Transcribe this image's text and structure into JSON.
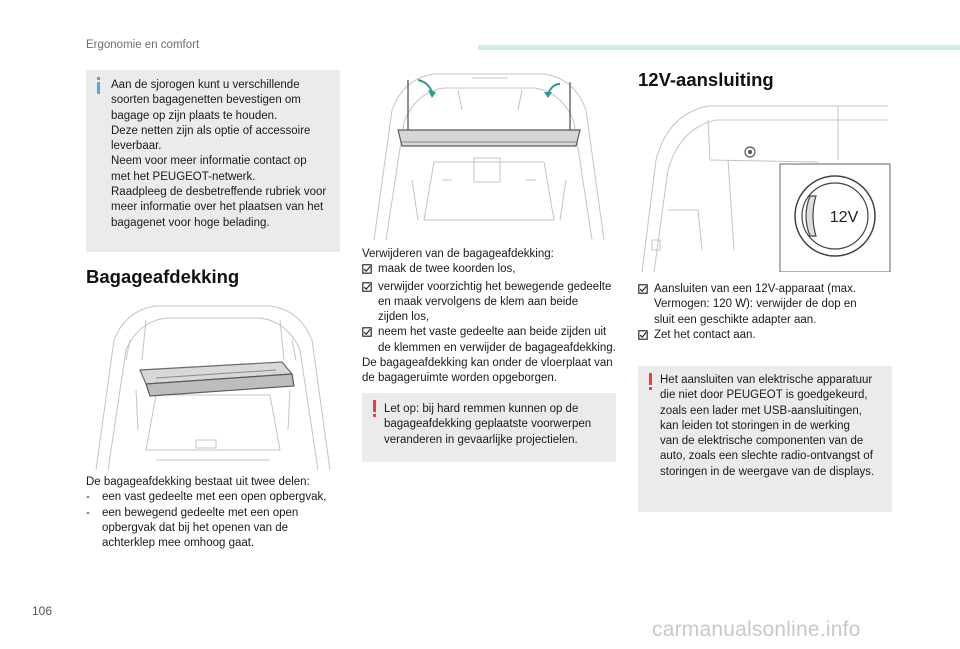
{
  "header": {
    "section": "Ergonomie en comfort"
  },
  "info_box": {
    "lines": [
      "Aan de sjorogen kunt u verschillende",
      "soorten bagagenetten bevestigen om",
      "bagage op zijn plaats te houden.",
      "Deze netten zijn als optie of accessoire",
      "leverbaar.",
      "Neem voor meer informatie contact op",
      "met het PEUGEOT-netwerk.",
      "Raadpleeg de desbetreffende rubriek voor",
      "meer informatie over het plaatsen van het",
      "bagagenet voor hoge belading."
    ]
  },
  "bagageafdekking": {
    "title": "Bagageafdekking",
    "intro": "De bagageafdekking bestaat uit twee delen:",
    "items": [
      {
        "marker": "-",
        "lines": [
          "een vast gedeelte met een open opbergvak,"
        ]
      },
      {
        "marker": "-",
        "lines": [
          "een bewegend gedeelte met een open",
          "opbergvak dat bij het openen van de",
          "achterklep mee omhoog gaat."
        ]
      }
    ]
  },
  "verwijderen": {
    "intro": "Verwijderen van de bagageafdekking:",
    "items": [
      {
        "marker": "",
        "lines": [
          "maak de twee koorden los,"
        ]
      },
      {
        "marker": "",
        "lines": [
          "verwijder voorzichtig het bewegende gedeelte",
          "en maak vervolgens de klem aan beide",
          "zijden los,"
        ]
      },
      {
        "marker": "",
        "lines": [
          "neem het vaste gedeelte aan beide zijden uit",
          "de klemmen en verwijder de bagageafdekking."
        ]
      }
    ],
    "outro": [
      "De bagageafdekking kan onder de vloerplaat van",
      "de bagageruimte worden opgeborgen."
    ]
  },
  "warning_box_1": {
    "lines": [
      "Let op: bij hard remmen kunnen op de",
      "bagageafdekking geplaatste voorwerpen",
      "veranderen in gevaarlijke projectielen."
    ]
  },
  "aansluiting": {
    "title": "12V-aansluiting",
    "socket_label": "12V",
    "items": [
      {
        "marker": "",
        "lines": [
          "Aansluiten van een 12V-apparaat (max.",
          "Vermogen: 120 W): verwijder de dop en",
          "sluit een geschikte adapter aan."
        ]
      },
      {
        "marker": "",
        "lines": [
          "Zet het contact aan."
        ]
      }
    ]
  },
  "warning_box_2": {
    "lines": [
      "Het aansluiten van elektrische apparatuur",
      "die niet door PEUGEOT is goedgekeurd,",
      "zoals een lader met USB-aansluitingen,",
      "kan leiden tot storingen in de werking",
      "van de elektrische componenten van de",
      "auto, zoals een slechte radio-ontvangst of",
      "storingen in de weergave van de displays."
    ]
  },
  "footer": {
    "page_number": "106",
    "watermark": "carmanualsonline.info"
  },
  "colors": {
    "accent_bar": "#d2e9ee",
    "info_icon": "#4aa8dd",
    "warning_icon": "#e8413a",
    "box_background": "#ebebeb",
    "arrow": "#2c9a8e"
  }
}
